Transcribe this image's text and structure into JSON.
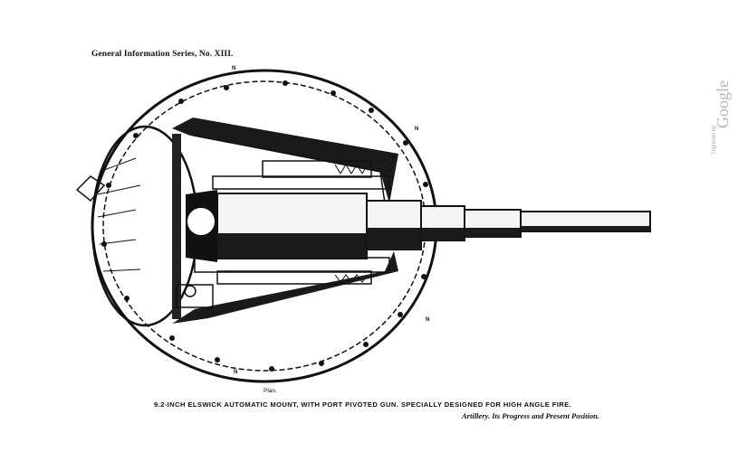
{
  "header": {
    "series_title": "General Information Series, No. XIII."
  },
  "figure": {
    "plan_label": "Plan.",
    "compass_marks": [
      "N",
      "N",
      "N",
      "N"
    ],
    "caption": "9.2-INCH ELSWICK AUTOMATIC MOUNT, WITH PORT PIVOTED GUN.  SPECIALLY DESIGNED FOR HIGH ANGLE FIRE.",
    "book_reference": "Artillery.  Its Progress and Present Position."
  },
  "watermark": {
    "prefix": "Digitized by",
    "brand": "Google"
  }
}
